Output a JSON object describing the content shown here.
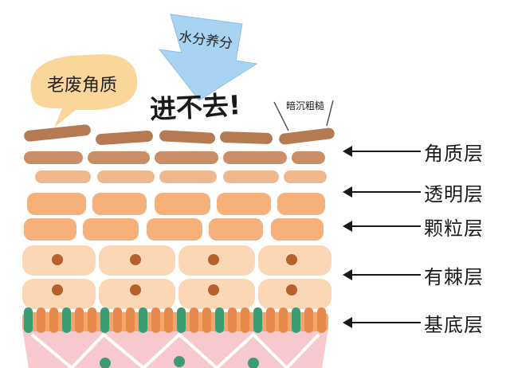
{
  "bubble_text": "老废角质",
  "arrow_text": "水分养分",
  "blocked_text": "进不去!",
  "rough_text": "暗沉粗糙",
  "layers": [
    {
      "label": "角质层"
    },
    {
      "label": "透明层"
    },
    {
      "label": "颗粒层"
    },
    {
      "label": "有棘层"
    },
    {
      "label": "基底层"
    }
  ],
  "colors": {
    "corneum": "#c98e66",
    "corneum_top": "#b57a52",
    "lucidum": "#f0b98d",
    "granulosum": "#f6b07a",
    "spinosum": "#fbd7b5",
    "nucleus": "#b8602b",
    "basal_orange": "#e58a4c",
    "basal_green": "#3d9b74",
    "dermis": "#f7c9cf",
    "bubble": "#fbd69a",
    "arrow_blue": "#a9d3f2"
  }
}
